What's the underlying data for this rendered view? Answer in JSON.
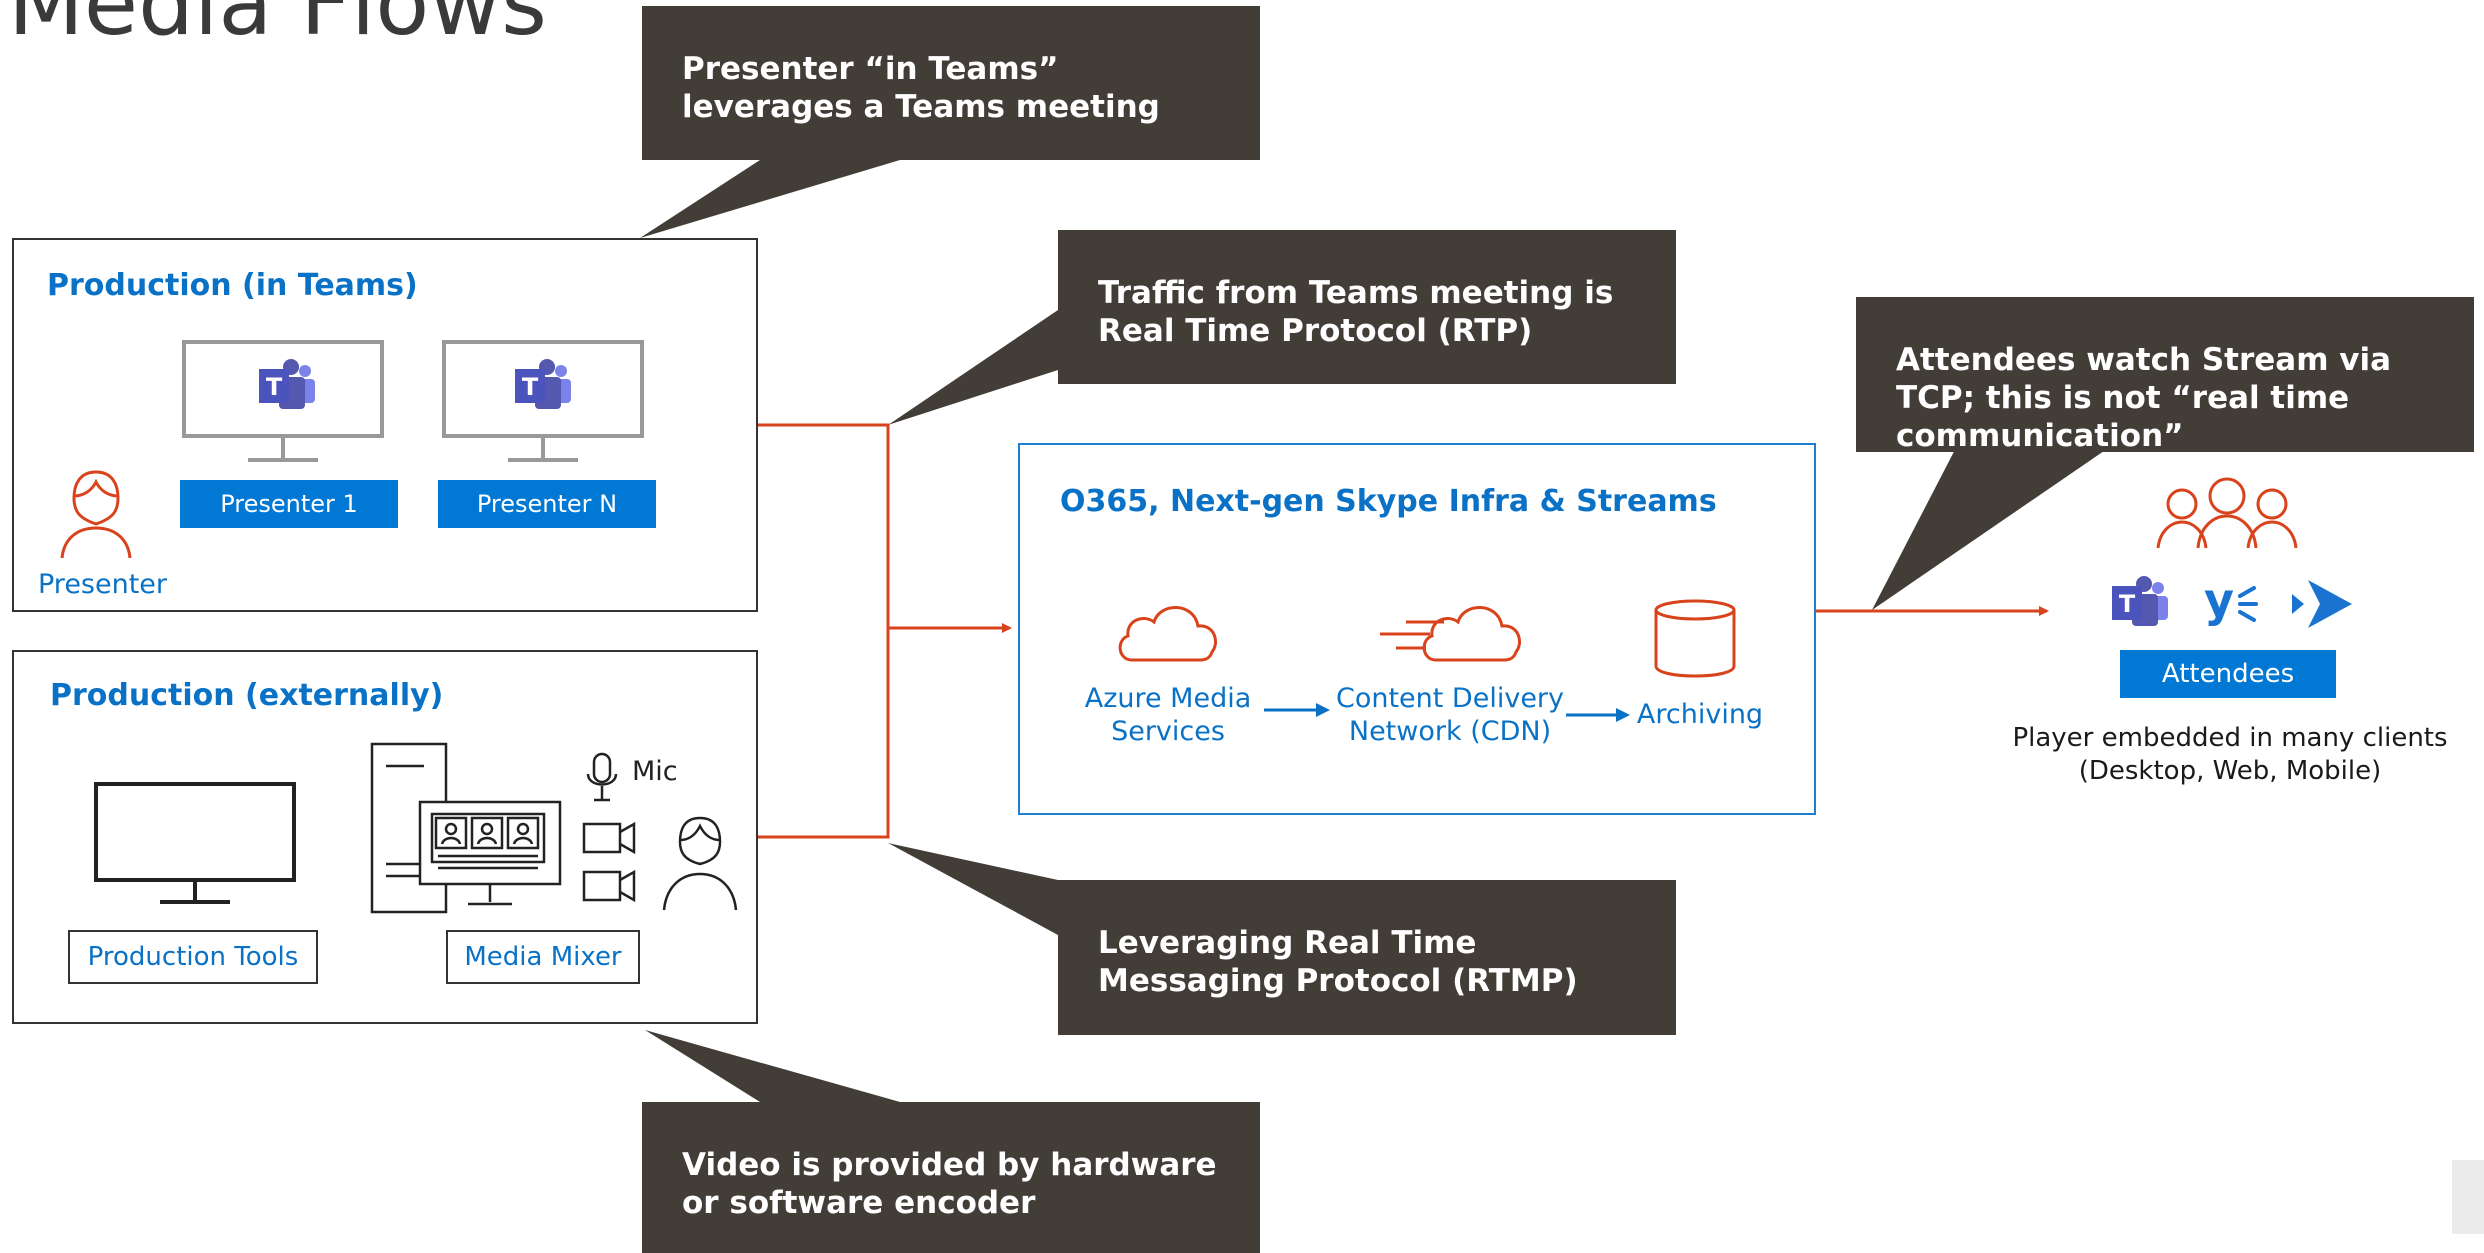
{
  "title": "Media Flows",
  "callouts": {
    "presenter_in_teams": "Presenter “in Teams” leverages a Teams meeting",
    "rtp": "Traffic from Teams meeting is Real Time Protocol (RTP)",
    "tcp": "Attendees watch Stream via TCP; this is not “real time communication”",
    "rtmp": "Leveraging Real Time Messaging Protocol (RTMP)",
    "encoder": "Video is provided by hardware or software encoder"
  },
  "production_teams": {
    "title": "Production (in Teams)",
    "presenter_label": "Presenter",
    "presenter1": "Presenter 1",
    "presenterN": "Presenter N"
  },
  "production_external": {
    "title": "Production (externally)",
    "tools": "Production Tools",
    "mixer": "Media Mixer",
    "mic": "Mic"
  },
  "o365": {
    "title": "O365, Next-gen Skype Infra & Streams",
    "azure_line1": "Azure Media",
    "azure_line2": "Services",
    "cdn_line1": "Content Delivery",
    "cdn_line2": "Network (CDN)",
    "archiving": "Archiving"
  },
  "attendees": {
    "label": "Attendees",
    "caption_line1": "Player embedded in many clients",
    "caption_line2": "(Desktop, Web, Mobile)"
  },
  "colors": {
    "callout_bg": "#433d37",
    "accent_blue": "#0078d4",
    "text_blue": "#0a72c6",
    "orange": "#d9431c",
    "teams_purple": "#5558af"
  },
  "icons": [
    "person-icon",
    "monitor-icon",
    "teams-logo-icon",
    "cloud-icon",
    "cdn-cloud-icon",
    "database-icon",
    "microphone-icon",
    "camera-icon",
    "server-tower-icon",
    "group-icon",
    "yammer-icon",
    "stream-icon"
  ]
}
